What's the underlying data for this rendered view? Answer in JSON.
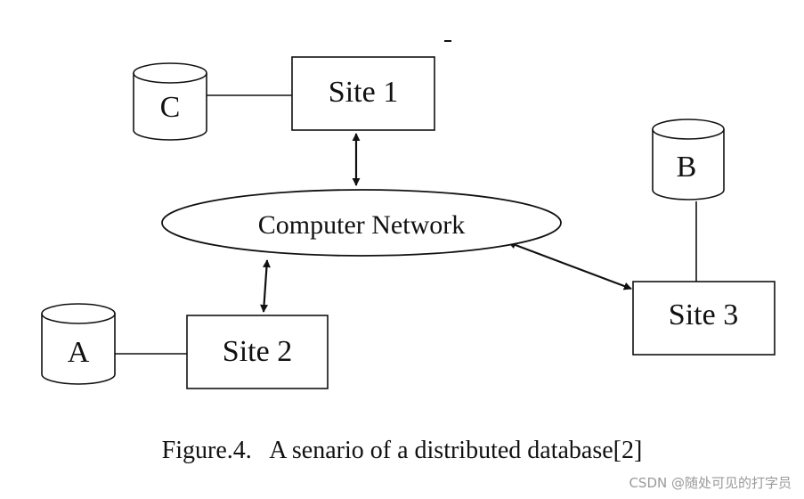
{
  "diagram": {
    "sites": [
      "Site 1",
      "Site 2",
      "Site 3"
    ],
    "databases": [
      "C",
      "A",
      "B"
    ],
    "network_label": "Computer Network"
  },
  "caption": "Figure.4.   A senario of a distributed database[2]",
  "watermark": "CSDN @随处可见的打字员"
}
